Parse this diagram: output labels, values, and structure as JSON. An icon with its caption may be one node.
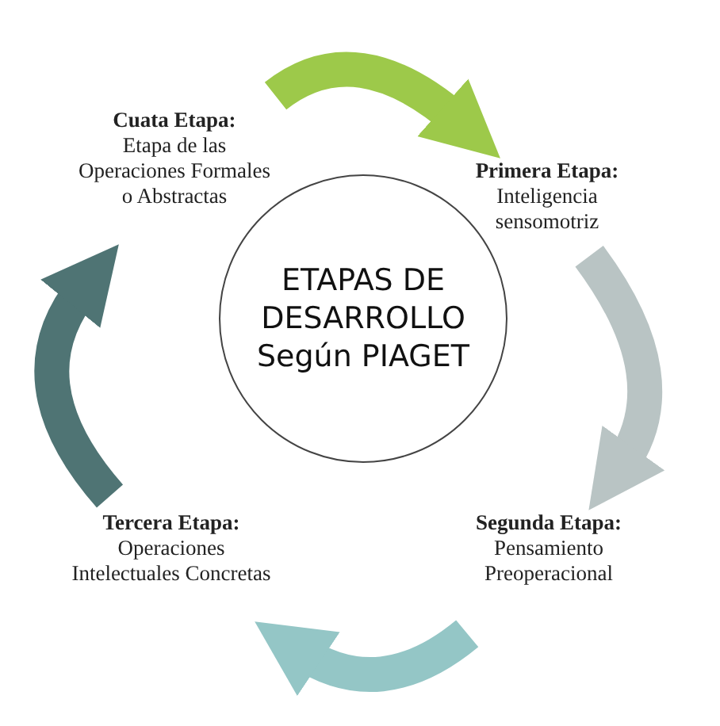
{
  "diagram": {
    "nodes": [
      {
        "text": [
          "Cuata Etapa:",
          "Etapa de las Operaciones Formales o Abstractas"
        ]
      },
      {
        "text": [
          "Primera Etapa:",
          "Inteligencia sensomotriz"
        ]
      },
      {
        "text": [
          "ETAPAS DE DESARROLLO Según PIAGET"
        ]
      },
      {
        "text": [
          "Tercera Etapa:",
          "Operaciones Intelectuales Concretas"
        ]
      },
      {
        "text": [
          "Segunda Etapa:",
          "Pensamiento Preoperacional"
        ]
      }
    ],
    "edges": [
      {
        "from": 0,
        "to": 1,
        "arrow": "to",
        "color": "#9dc94a"
      },
      {
        "from": 1,
        "to": 4,
        "arrow": "to",
        "color": "#b9c4c4"
      },
      {
        "from": 4,
        "to": 3,
        "arrow": "to",
        "color": "#94c6c6"
      },
      {
        "from": 3,
        "to": 0,
        "arrow": "to",
        "color": "#4f7474"
      }
    ]
  }
}
